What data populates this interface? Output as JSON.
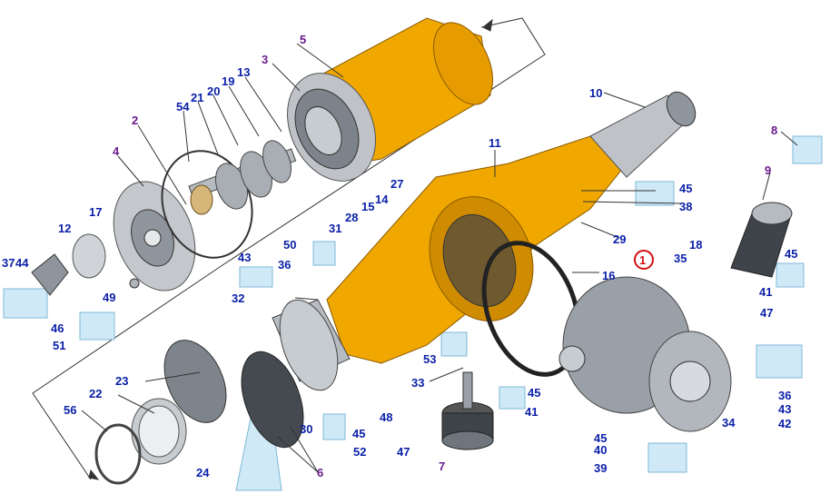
{
  "colors": {
    "housing": "#f0a800",
    "housing_dark": "#b87a00",
    "steel": "#a9aeb5",
    "steel_dark": "#5e646b",
    "highlight_box": "#cfe9f7",
    "blue_label": "#0a1fa8",
    "purple_label": "#6a1b8c",
    "circle_red": "#d01010"
  },
  "callouts": {
    "c1": "1",
    "c2": "2",
    "c3": "3",
    "c4": "4",
    "c5": "5",
    "c6": "6",
    "c7": "7",
    "c8": "8",
    "c9": "9",
    "c10": "10",
    "c11": "11",
    "c12": "12",
    "c13": "13",
    "c14": "14",
    "c15": "15",
    "c16": "16",
    "c17": "17",
    "c18": "18",
    "c19": "19",
    "c20": "20",
    "c21": "21",
    "c22": "22",
    "c23": "23",
    "c24": "24",
    "c27": "27",
    "c28": "28",
    "c29": "29",
    "c30": "30",
    "c31": "31",
    "c32": "32",
    "c33": "33",
    "c34": "34",
    "c35": "35",
    "c36a": "36",
    "c36b": "36",
    "c37": "37",
    "c38": "38",
    "c39": "39",
    "c40": "40",
    "c41a": "41",
    "c41b": "41",
    "c42": "42",
    "c43a": "43",
    "c43b": "43",
    "c44": "44",
    "c45a": "45",
    "c45b": "45",
    "c45c": "45",
    "c45d": "45",
    "c45e": "45",
    "c46": "46",
    "c47a": "47",
    "c47b": "47",
    "c48": "48",
    "c49": "49",
    "c50": "50",
    "c51": "51",
    "c52": "52",
    "c53": "53",
    "c54": "54",
    "c56": "56"
  }
}
